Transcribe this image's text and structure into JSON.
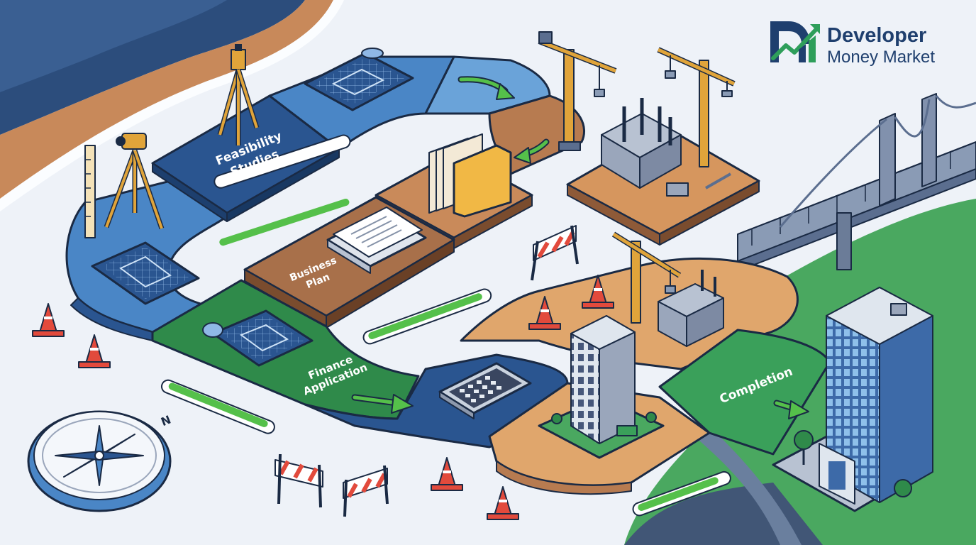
{
  "brand": {
    "name_line1": "Developer",
    "name_line2": "Money Market",
    "colors": {
      "primary": "#1f3f6e",
      "accent": "#2e9e5a"
    }
  },
  "stages": [
    {
      "id": "feasibility",
      "label_lines": [
        "Feasibility",
        "Studies"
      ],
      "color": "#2a5590"
    },
    {
      "id": "business_plan",
      "label_lines": [
        "Business",
        "Plan"
      ],
      "color": "#a8704a"
    },
    {
      "id": "finance_application",
      "label_lines": [
        "Finance",
        "Application"
      ],
      "color": "#2f8a4a"
    },
    {
      "id": "completion",
      "label_lines": [
        "Completion"
      ],
      "color": "#3aa05a"
    }
  ],
  "compass": {
    "north_label": "N"
  },
  "colors": {
    "path_blue": "#4a86c6",
    "path_blue_dark": "#2a5590",
    "path_brown": "#b77b50",
    "path_sand": "#e0a66c",
    "path_green": "#3e9c52",
    "grass": "#4aa860",
    "road": "#415676",
    "progress_fill": "#55c04a",
    "cone": "#e24a3c",
    "crane": "#e0a43a"
  },
  "icons": [
    "surveyor-tripod-icon",
    "blueprint-icon",
    "folder-icon",
    "document-stack-icon",
    "calculator-icon",
    "crane-icon",
    "office-tower-icon",
    "traffic-cone-icon",
    "road-barrier-icon",
    "bridge-icon",
    "compass-icon",
    "arrow-icon"
  ]
}
